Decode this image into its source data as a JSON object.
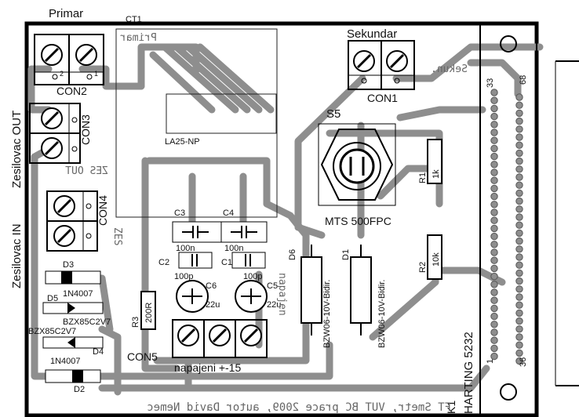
{
  "labels": {
    "primar": "Primar",
    "ct1": "CT1",
    "con2": "CON2",
    "con3": "CON3",
    "zesilovac_out": "Zesilovac OUT",
    "zesilovac_in": "Zesilovac IN",
    "la25": "LA25-NP",
    "sekundar": "Sekundar",
    "con1": "CON1",
    "s5": "S5",
    "mts": "MTS 500FPC",
    "con4": "CON4",
    "c3": "C3",
    "c4": "C4",
    "c2": "C2",
    "c1": "C1",
    "c6": "C6",
    "c5": "C5",
    "cap100n_a": "100n",
    "cap100n_b": "100n",
    "cap100p_a": "100p",
    "cap100p_b": "100p",
    "cap22u_a": "22u",
    "cap22u_b": "22u",
    "d3": "D3",
    "d5": "D5",
    "d4": "D4",
    "d2": "D2",
    "d6": "D6",
    "d1": "D1",
    "in4007_a": "1N4007",
    "in4007_b": "1N4007",
    "bzx_a": "BZX85C2V7",
    "bzx_b": "BZX85C2V7",
    "bzw_a": "BZW06-10V-Bidir.",
    "bzw_b": "BZW06-10V-Bidir.",
    "r3": "R3",
    "r3v": "200R",
    "r1": "R1",
    "r1v": "1k",
    "r2": "R2",
    "r2v": "10k",
    "con5": "CON5",
    "napajeni": "napajeni +-15",
    "harting": "HARTING 5232",
    "k1": "K1",
    "pin33": "33",
    "pin68": "68",
    "pin1": "1",
    "pin36": "36",
    "pin_1": "1",
    "pin_2": "2"
  },
  "mirrored_text": {
    "footer": "FT Smetr, VUT BC prace 2009, autor David Nemec",
    "primar": "Primar",
    "sekun": "Sekun.",
    "zes_out": "ZES OUT",
    "zes_in": "ZES",
    "napajeni": "napajen"
  }
}
